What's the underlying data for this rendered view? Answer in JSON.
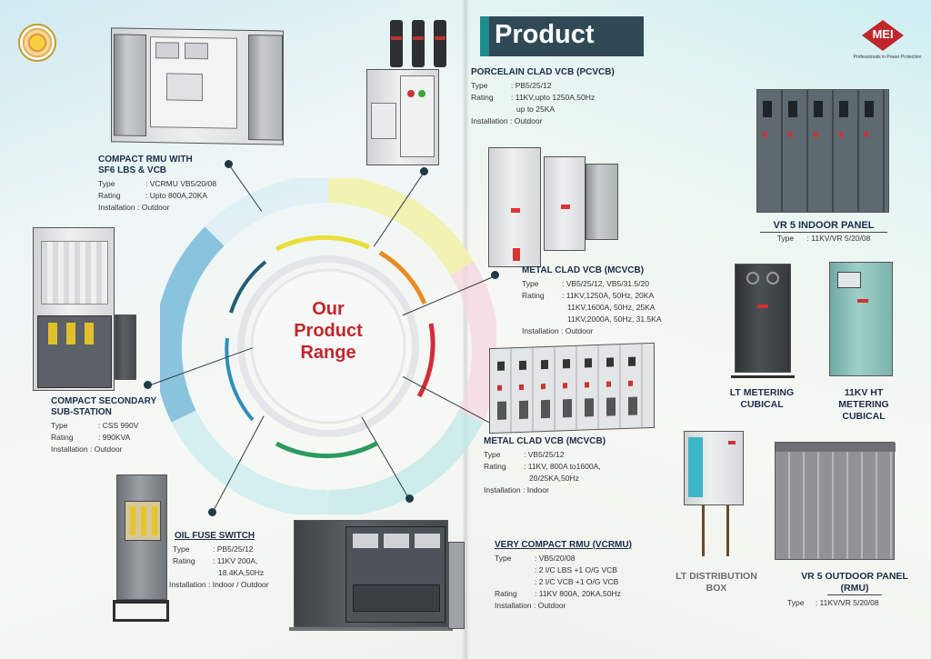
{
  "header": {
    "title": "Product"
  },
  "brand": {
    "logo_text": "MEI",
    "tagline": "Professionals in Power Protection"
  },
  "center": {
    "line1": "Our",
    "line2": "Product",
    "line3": "Range"
  },
  "colors": {
    "accent_red": "#c0272d",
    "dark_bar": "#2f4a55",
    "title_navy": "#1c2c4a"
  },
  "left": {
    "rmu": {
      "title1": "COMPACT RMU WITH",
      "title2": "SF6 LBS & VCB",
      "type_k": "Type",
      "type_v": ": VCRMU VB5/20/08",
      "rating_k": "Rating",
      "rating_v": ": Upto 800A,20KA",
      "install": "Installation : Outdoor"
    },
    "css": {
      "title1": "COMPACT SECONDARY",
      "title2": "SUB-STATION",
      "type_k": "Type",
      "type_v": ": CSS 990V",
      "rating_k": "Rating",
      "rating_v": ": 990KVA",
      "install": "Installation : Outdoor"
    },
    "ofs": {
      "title": "OIL FUSE SWITCH",
      "type_k": "Type",
      "type_v": ": PB5/25/12",
      "rating_k": "Rating",
      "rating_v1": ": 11KV 200A,",
      "rating_v2": "18.4KA,50Hz",
      "install": "Installation : Indoor / Outdoor"
    }
  },
  "right": {
    "pcvcb": {
      "title": "PORCELAIN CLAD VCB (PCVCB)",
      "type_k": "Type",
      "type_v": ": PB5/25/12",
      "rating_k": "Rating",
      "rating_v1": ": 11KV,upto 1250A,50Hz",
      "rating_v2": "up to 25KA",
      "install": "Installation : Outdoor"
    },
    "mcvcb1": {
      "title": "METAL CLAD VCB (MCVCB)",
      "type_k": "Type",
      "type_v": ": VB5/25/12, VB5/31.5/20",
      "rating_k": "Rating",
      "rating_v1": ": 11KV,1250A, 50Hz, 20KA",
      "rating_v2": "11KV,1600A, 50Hz, 25KA",
      "rating_v3": "11KV,2000A, 50Hz, 31.5KA",
      "install": "Installation : Outdoor"
    },
    "mcvcb2": {
      "title": "METAL CLAD VCB (MCVCB)",
      "type_k": "Type",
      "type_v": ": VB5/25/12",
      "rating_k": "Rating",
      "rating_v1": ": 11KV, 800A to1600A,",
      "rating_v2": "20/25KA,50Hz",
      "install": "Installation : Indoor"
    },
    "vcrmu": {
      "title": "VERY COMPACT RMU (VCRMU)",
      "type_k": "Type",
      "type_v": ": VB5/20/08",
      "line2": ": 2 I/C LBS +1 O/G VCB",
      "line3": ": 2 I/C VCB +1 O/G VCB",
      "rating_k": "Rating",
      "rating_v": ": 11KV 800A, 20KA,50Hz",
      "install": "Installation : Outdoor"
    },
    "vr5_indoor": {
      "title": "VR 5 INDOOR PANEL",
      "type_k": "Type",
      "type_v": ": 11KV/VR 5/20/08"
    },
    "lt_metering": {
      "line1": "LT METERING",
      "line2": "CUBICAL"
    },
    "ht_metering": {
      "line1": "11KV HT",
      "line2": "METERING",
      "line3": "CUBICAL"
    },
    "lt_dist": {
      "line1": "LT DISTRIBUTION",
      "line2": "BOX"
    },
    "vr5_outdoor": {
      "line1": "VR 5 OUTDOOR PANEL",
      "line2": "(RMU)",
      "type_k": "Type",
      "type_v": ": 11KV/VR 5/20/08"
    }
  }
}
